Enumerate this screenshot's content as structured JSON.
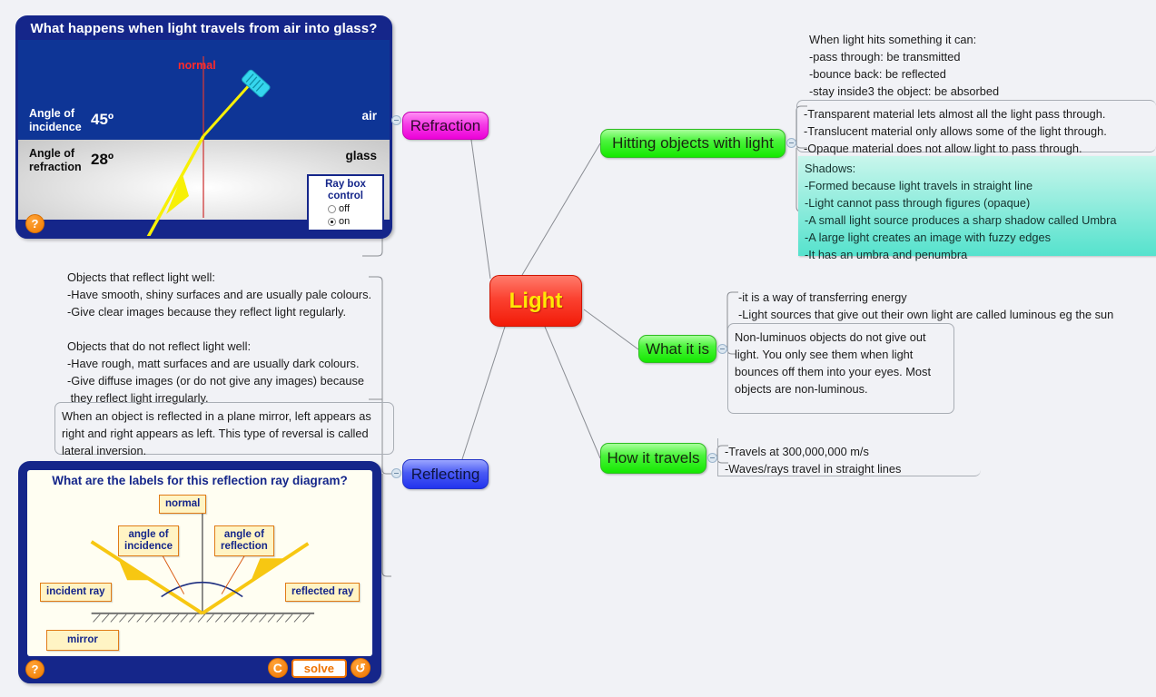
{
  "background": "#f1f2f6",
  "colors": {
    "root": "#f21b08",
    "root_text": "#ffe705",
    "green": "#14e800",
    "magenta": "#ec00d8",
    "blue": "#2233ee",
    "shadow_note": "#55e2cd",
    "connector": "#8a8d93"
  },
  "root": {
    "label": "Light"
  },
  "branches": {
    "refraction": {
      "label": "Refraction"
    },
    "reflecting": {
      "label": "Reflecting"
    },
    "hitting": {
      "label": "Hitting objects with light"
    },
    "what_it_is": {
      "label": "What it is"
    },
    "how_it_travels": {
      "label": "How it travels"
    }
  },
  "notes": {
    "hitting_top": "When light hits something it can:\n-pass through: be transmitted\n-bounce back: be reflected\n-stay inside3 the object: be absorbed",
    "hitting_materials": "-Transparent material lets almost all the light pass through.\n-Translucent material only allows some of the light through.\n-Opaque material does not allow light to pass through.",
    "shadows": "Shadows:\n-Formed because light travels in straight line\n-Light cannot pass through figures (opaque)\n-A small light source produces a sharp shadow called Umbra\n-A large light creates an image with fuzzy edges\n-It has an umbra and penumbra",
    "what_it_is_top": "-it is a way of transferring energy\n-Light sources that give out their own light are called luminous eg the sun",
    "what_it_is_box": "Non-luminuos objects do not give out\nlight. You only see them when light\nbounces off them into your eyes. Most\nobjects are non-luminous.",
    "how_it_travels": "-Travels at 300,000,000 m/s\n-Waves/rays travel in straight lines",
    "reflect_well": "Objects that reflect light well:\n-Have smooth, shiny surfaces and are usually pale colours.\n-Give clear images because they reflect light regularly.\n\nObjects that do not reflect light well:\n-Have rough, matt surfaces and are usually dark colours.\n-Give diffuse images (or do not give any images) because\n they reflect light irregularly.",
    "lateral_inversion": "When an object is reflected in a plane mirror, left appears as\nright and right appears as left. This type of reversal is called\nlateral inversion."
  },
  "refraction_image": {
    "title": "What happens when light travels from air into glass?",
    "normal_label": "normal",
    "air_label": "air",
    "glass_label": "glass",
    "angle_incidence_label": "Angle of\nincidence",
    "angle_incidence_value": "45º",
    "angle_refraction_label": "Angle of\nrefraction",
    "angle_refraction_value": "28º",
    "raybox_title": "Ray box\ncontrol",
    "raybox_option_off": "off",
    "raybox_option_on": "on",
    "raybox_selected": "on",
    "help_glyph": "?"
  },
  "reflection_image": {
    "title": "What are the labels for this reflection ray diagram?",
    "labels": {
      "normal": "normal",
      "angle_of_incidence": "angle of\nincidence",
      "angle_of_reflection": "angle of\nreflection",
      "incident_ray": "incident ray",
      "reflected_ray": "reflected ray",
      "mirror": "mirror"
    },
    "help_glyph": "?",
    "clear_glyph": "C",
    "solve_label": "solve",
    "reset_glyph": "↺"
  }
}
